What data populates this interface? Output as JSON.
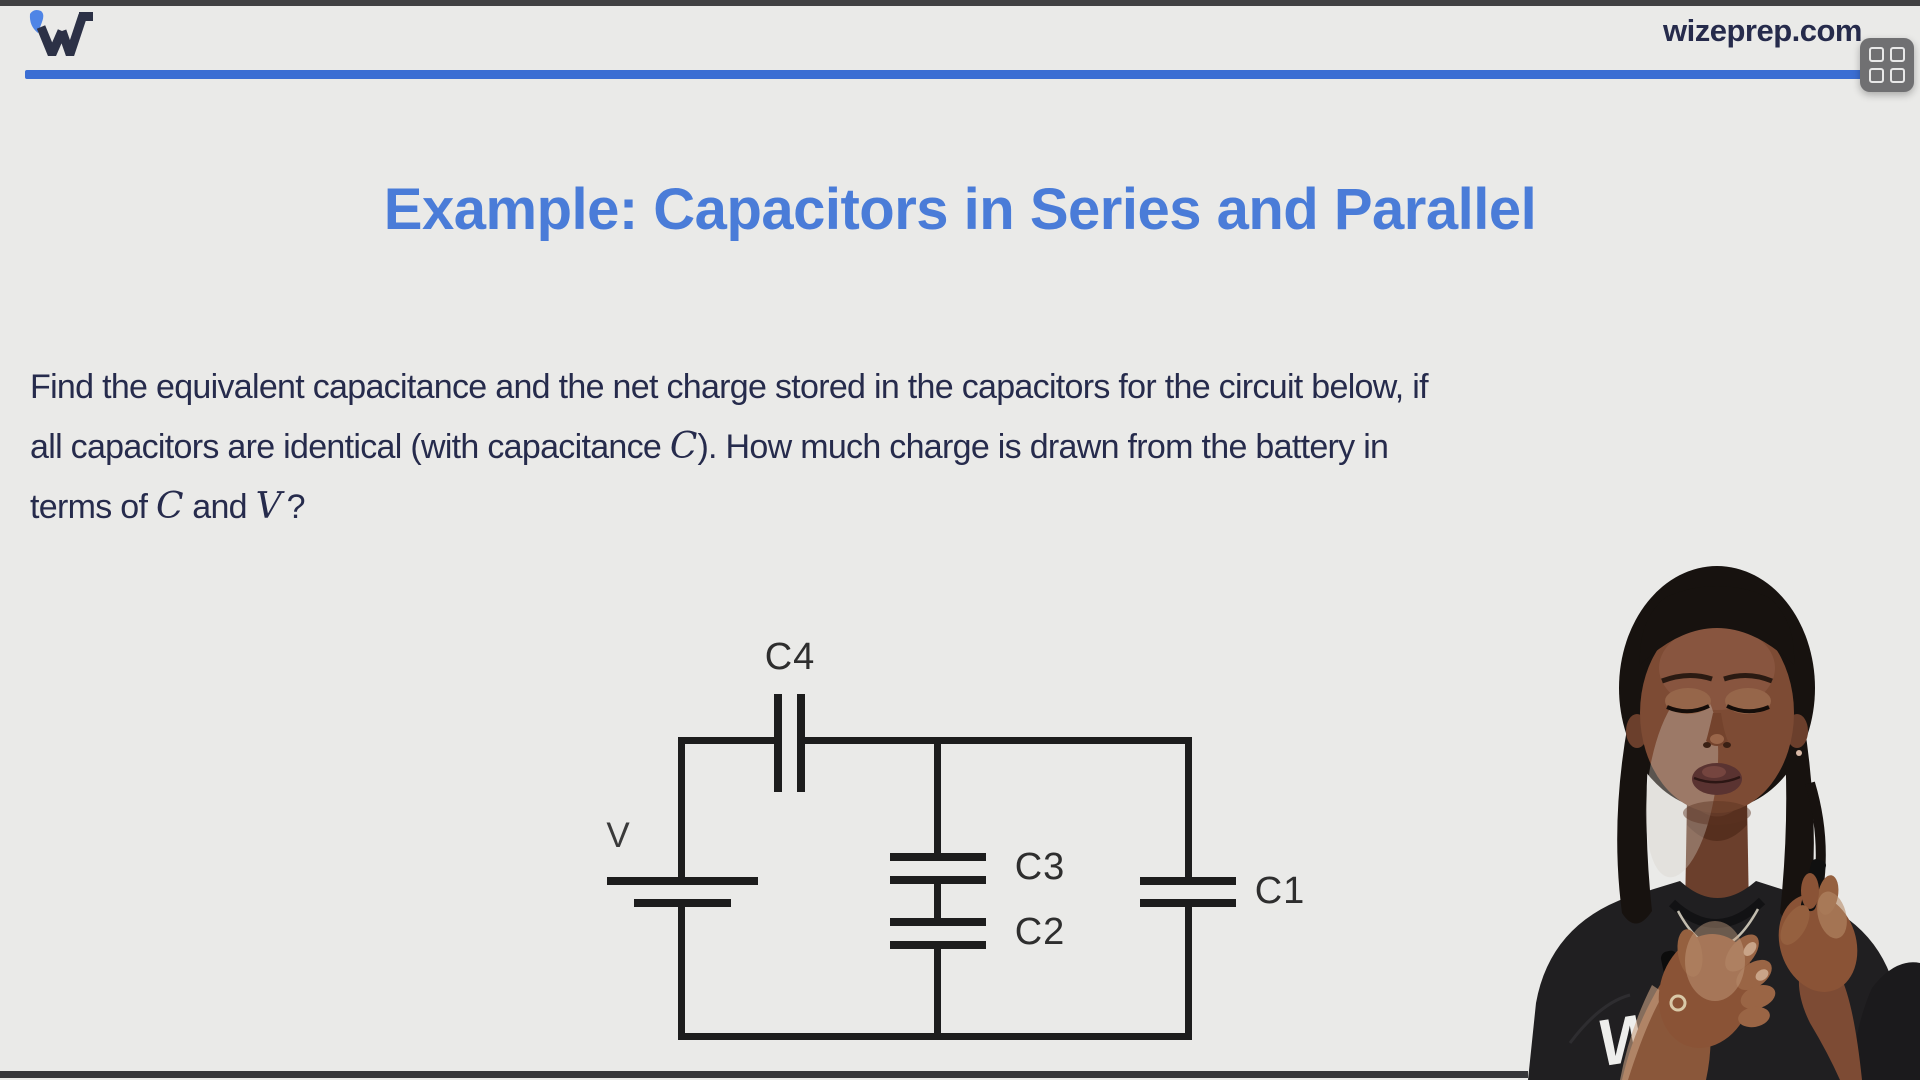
{
  "page": {
    "background": "#eaeae8",
    "top_bar_color": "#414143",
    "bottom_bar_color": "#37373a"
  },
  "header": {
    "logo_icon": "wizeprep-w-logo",
    "logo_mark_color": "#2c3146",
    "logo_accent_color": "#4f85e6",
    "site_label": "wizeprep.com",
    "divider_color": "#3b6ed3",
    "grid_button_icon": "apps-grid-icon"
  },
  "slide": {
    "title": "Example: Capacitors in Series and Parallel",
    "title_color": "#4a7cd8",
    "problem": {
      "line1": "Find the equivalent capacitance and the net charge stored in the capacitors for the circuit below, if",
      "line2_pre": "all capacitors are identical (with capacitance ",
      "line2_math": "C",
      "line2_post": "). How much charge is drawn from the battery in",
      "line3_pre": "terms of ",
      "line3_math1": "C",
      "line3_mid": " and ",
      "line3_math2": "V",
      "line3_post": "?"
    }
  },
  "circuit": {
    "line_color": "#1d1d1d",
    "battery_label": "V",
    "cap1_label": "C1",
    "cap2_label": "C2",
    "cap3_label": "C3",
    "cap4_label": "C4"
  },
  "presenter": {
    "shirt_logo": "W"
  }
}
